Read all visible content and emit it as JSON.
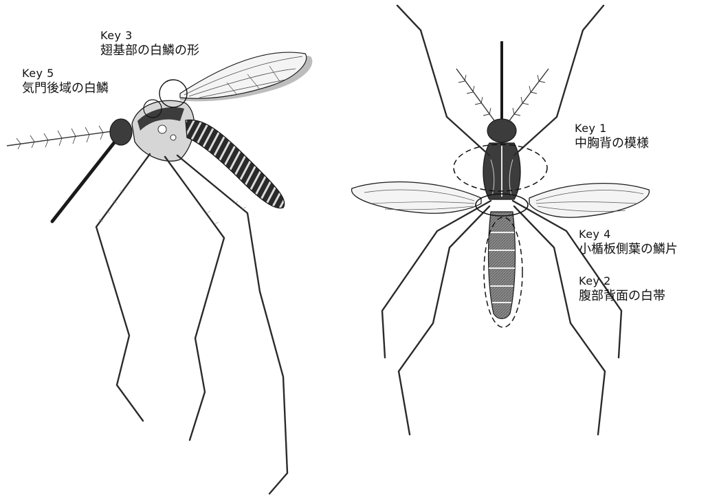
{
  "keys": [
    {
      "id": "key5",
      "name": "Key 5",
      "desc": "気門後域の白鱗"
    },
    {
      "id": "key3",
      "name": "Key 3",
      "desc": "翅基部の白鱗の形"
    },
    {
      "id": "key1",
      "name": "Key 1",
      "desc": "中胸背の模様"
    },
    {
      "id": "key4",
      "name": "Key 4",
      "desc": "小楯板側葉の鱗片"
    },
    {
      "id": "key2",
      "name": "Key 2",
      "desc": "腹部背面の白帯"
    }
  ],
  "colors": {
    "ink": "#1a1a1a",
    "body_dark": "#3c3c3c",
    "body_mid": "#7a7a7a",
    "abdomen_light": "#9a9a9a",
    "wing_fill": "#f4f4f4",
    "wing_shadow": "#bdbdbd",
    "background": "#ffffff"
  },
  "figures": {
    "left": {
      "view": "lateral",
      "icon": "mosquito-side-icon"
    },
    "right": {
      "view": "dorsal",
      "icon": "mosquito-top-icon"
    }
  }
}
